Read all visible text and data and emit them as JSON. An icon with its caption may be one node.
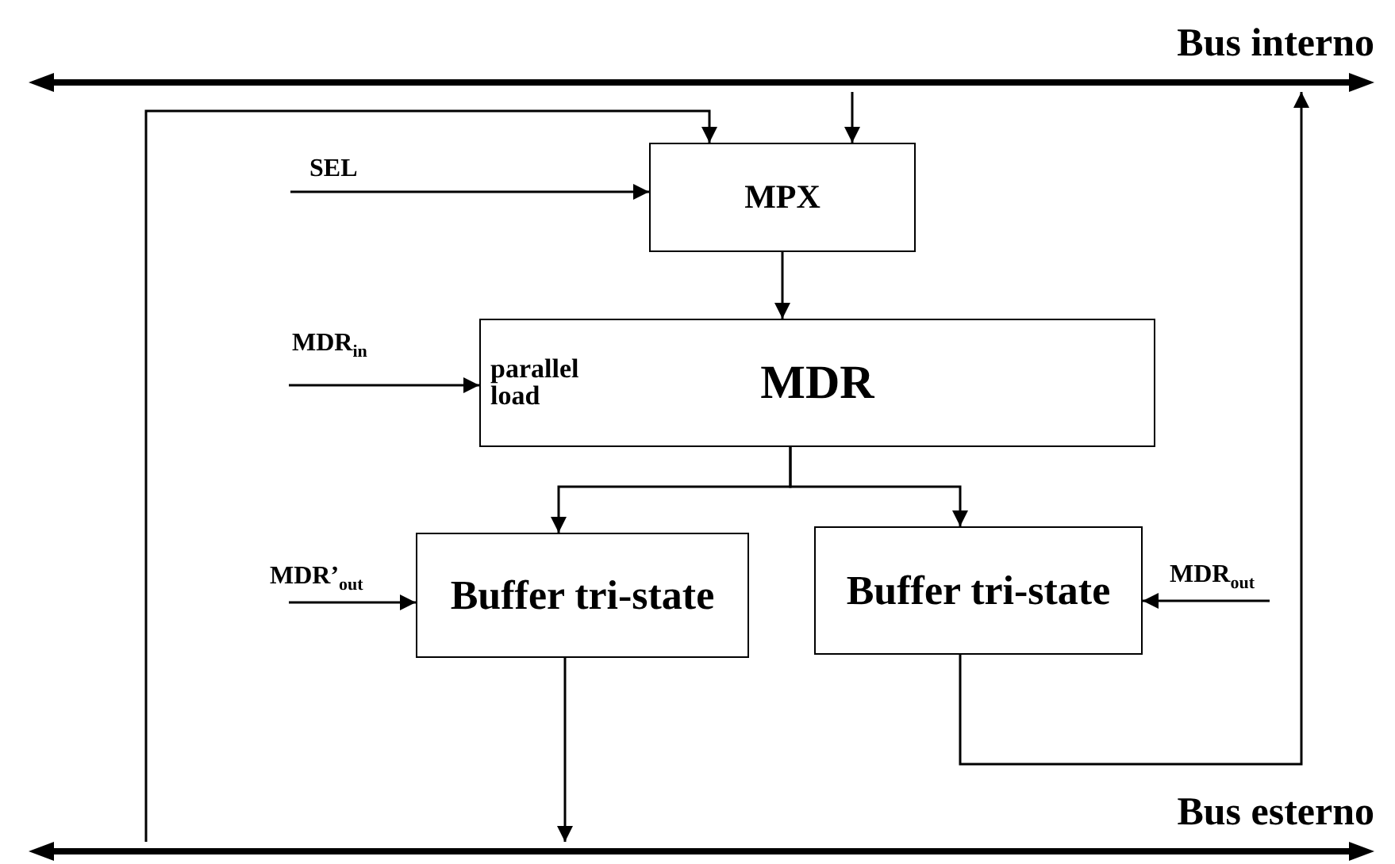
{
  "diagram": {
    "nodes": [
      {
        "text": [
          "Bus interno"
        ]
      },
      {
        "text": [
          "Bus esterno"
        ]
      },
      {
        "text": [
          "MPX"
        ]
      },
      {
        "text": [
          "parallel load",
          "MDR"
        ]
      },
      {
        "text": [
          "Buffer tri-state"
        ]
      },
      {
        "text": [
          "Buffer tri-state"
        ]
      }
    ],
    "edges": [
      {
        "from": 1,
        "to": 2,
        "arrow": "to"
      },
      {
        "from": 0,
        "to": 2,
        "arrow": "to"
      },
      {
        "from": null,
        "to": 2,
        "arrow": "to",
        "label": "SEL"
      },
      {
        "from": 2,
        "to": 3,
        "arrow": "to"
      },
      {
        "from": null,
        "to": 3,
        "arrow": "to",
        "label": "MDR$_{in}$"
      },
      {
        "from": 3,
        "to": 4,
        "arrow": "to"
      },
      {
        "from": 3,
        "to": 5,
        "arrow": "to"
      },
      {
        "from": null,
        "to": 4,
        "arrow": "to",
        "label": "MDR’$_{out}$"
      },
      {
        "from": null,
        "to": 5,
        "arrow": "to",
        "label": "MDR$_{out}$"
      },
      {
        "from": 4,
        "to": 1,
        "arrow": "to"
      },
      {
        "from": 5,
        "to": 0,
        "arrow": "to"
      }
    ]
  }
}
